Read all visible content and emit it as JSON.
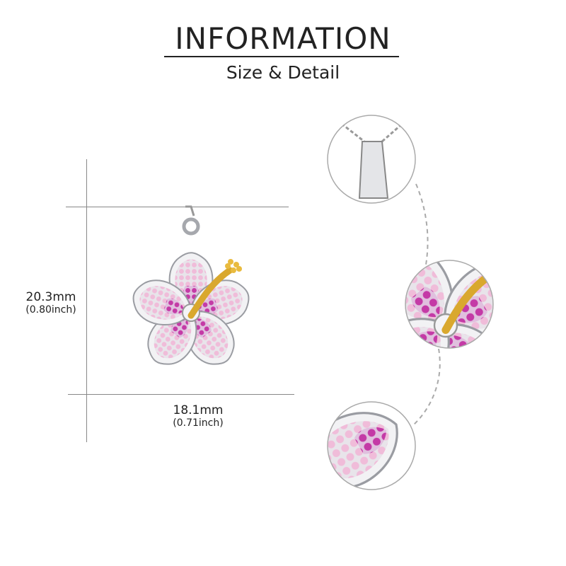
{
  "header": {
    "title": "INFORMATION",
    "subtitle": "Size & Detail"
  },
  "dimensions": {
    "height": {
      "mm": "20.3mm",
      "inch": "(0.80inch)"
    },
    "width": {
      "mm": "18.1mm",
      "inch": "(0.71inch)"
    }
  },
  "colors": {
    "silver": "#d9dade",
    "pink": "#f2b8d8",
    "magenta": "#c03ca8",
    "gold": "#e6b83a"
  }
}
